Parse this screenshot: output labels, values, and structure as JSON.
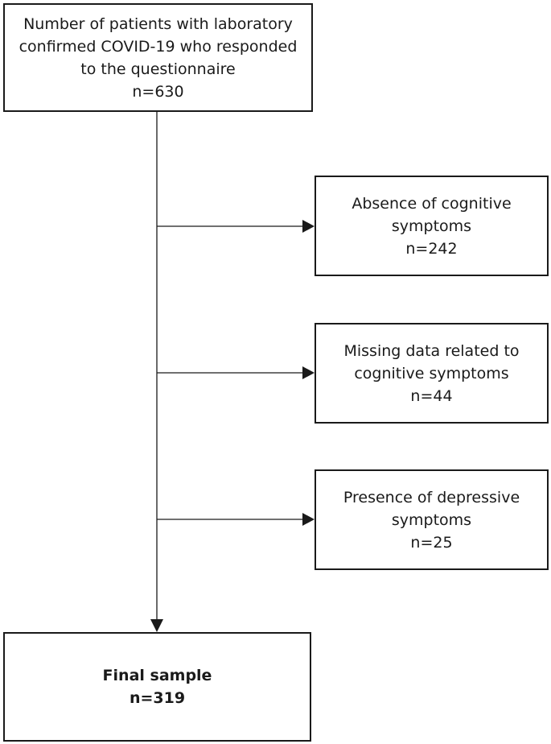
{
  "boxes": {
    "source": {
      "lines": [
        "Number of patients with laboratory",
        "confirmed COVID-19 who responded",
        "to the questionnaire",
        "n=630"
      ]
    },
    "exclusion_1": {
      "lines": [
        "Absence of cognitive",
        "symptoms",
        "n=242"
      ]
    },
    "exclusion_2": {
      "lines": [
        "Missing data related to",
        "cognitive symptoms",
        "n=44"
      ]
    },
    "exclusion_3": {
      "lines": [
        "Presence of depressive",
        "symptoms",
        "n=25"
      ]
    },
    "final": {
      "lines": [
        "Final sample",
        "n=319"
      ]
    }
  }
}
